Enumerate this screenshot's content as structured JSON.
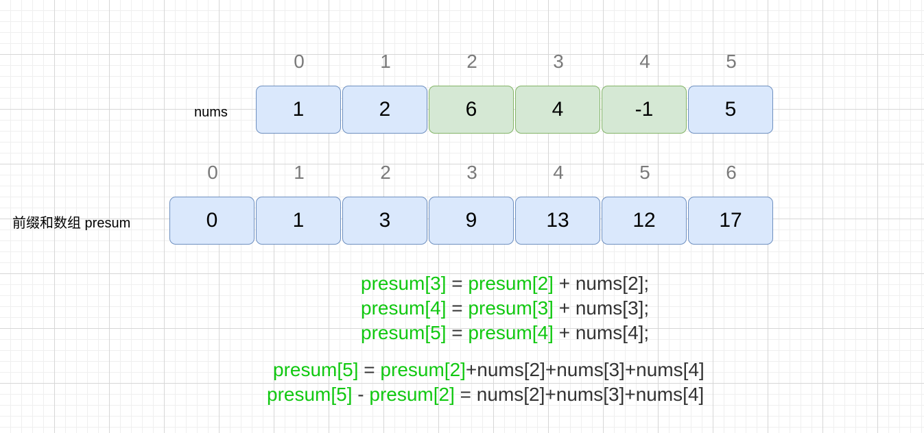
{
  "colors": {
    "blue_fill": "#dae8fc",
    "blue_border": "#6c8ebf",
    "green_fill": "#d5e8d4",
    "green_border": "#82b366",
    "highlight_text": "#11c811",
    "plain_text": "#333333",
    "index_text": "#7a7a7a"
  },
  "nums": {
    "label": "nums",
    "indices": [
      "0",
      "1",
      "2",
      "3",
      "4",
      "5"
    ],
    "values": [
      "1",
      "2",
      "6",
      "4",
      "-1",
      "5"
    ],
    "highlighted": [
      false,
      false,
      true,
      true,
      true,
      false
    ]
  },
  "presum": {
    "label": "前缀和数组 presum",
    "indices": [
      "0",
      "1",
      "2",
      "3",
      "4",
      "5",
      "6"
    ],
    "values": [
      "0",
      "1",
      "3",
      "9",
      "13",
      "12",
      "17"
    ]
  },
  "formulas": {
    "lines": [
      {
        "a": "presum[3]",
        "b": " = ",
        "c": "presum[2]",
        "d": " + nums[2];"
      },
      {
        "a": "presum[4]",
        "b": " = ",
        "c": "presum[3]",
        "d": " + nums[3];"
      },
      {
        "a": "presum[5]",
        "b": " = ",
        "c": "presum[4]",
        "d": " + nums[4];"
      }
    ],
    "sum_line": {
      "a": "presum[5]",
      "b": " = ",
      "c": "presum[2]",
      "d": "+nums[2]+nums[3]+nums[4]"
    },
    "diff_line": {
      "a": "presum[5]",
      "b": " - ",
      "c": "presum[2]",
      "d": " = nums[2]+nums[3]+nums[4]"
    }
  }
}
